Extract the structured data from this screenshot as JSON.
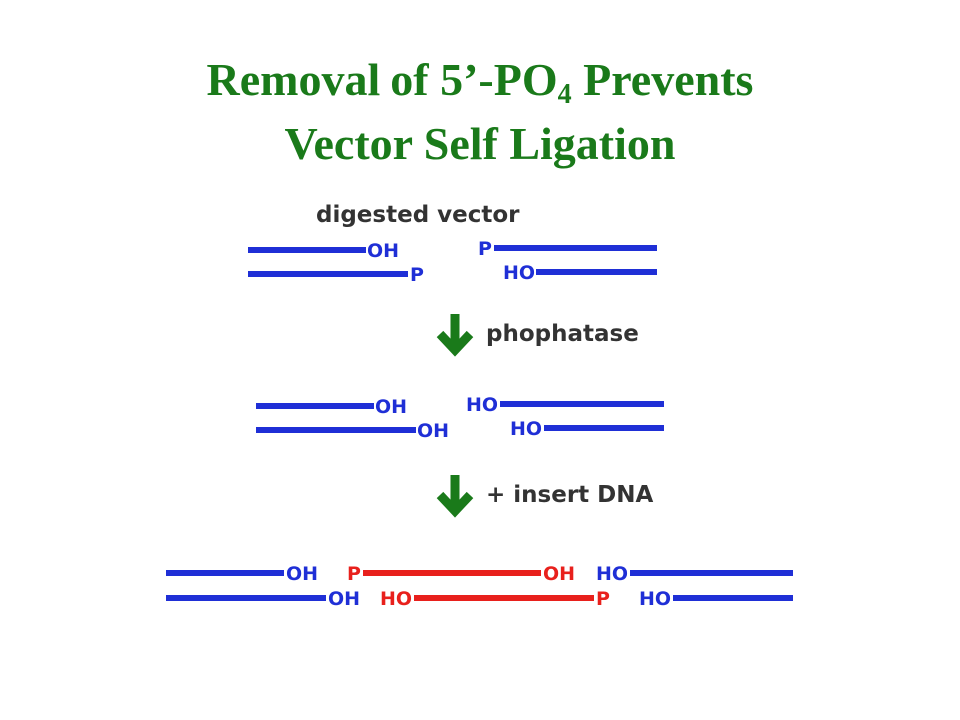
{
  "title": {
    "line1_prefix": "Removal",
    "line1_mid": "of 5’-PO",
    "line1_sub": "4",
    "line1_suffix": "Prevents",
    "line2": "Vector Self  Ligation"
  },
  "steps": {
    "digested_label": "digested vector",
    "step1_label": "phophatase",
    "step2_label": "+ insert DNA"
  },
  "ends": {
    "oh": "OH",
    "p": "P",
    "ho": "HO"
  },
  "colors": {
    "title": "#1a7a1a",
    "vector": "#1f2fd6",
    "insert": "#e8201c",
    "arrow": "#1a7a1a",
    "label_text": "#333333"
  },
  "icons": {
    "step_arrow": "down-arrow-icon"
  }
}
